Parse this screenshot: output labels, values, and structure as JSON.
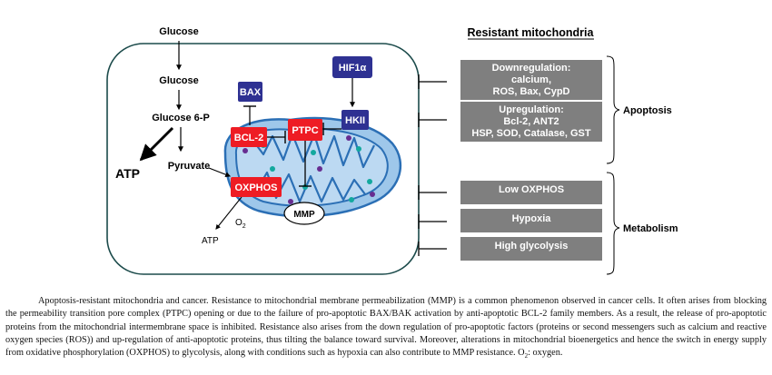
{
  "diagram": {
    "glucose_top": "Glucose",
    "glucose_inner": "Glucose",
    "glucose_6p": "Glucose 6-P",
    "pyruvate": "Pyruvate",
    "atp_big": "ATP",
    "atp_small": "ATP",
    "o2": "O",
    "o2_sub": "2",
    "bax": "BAX",
    "hif1a": "HIF1α",
    "hkii": "HKII",
    "bcl2": "BCL-2",
    "ptpc": "PTPC",
    "oxphos": "OXPHOS",
    "mmp": "MMP"
  },
  "panel": {
    "title": "Resistant mitochondria",
    "box1": [
      "Downregulation:",
      "calcium,",
      "ROS, Bax, CypD"
    ],
    "box2": [
      "Upregulation:",
      "Bcl-2, ANT2",
      "HSP, SOD, Catalase, GST"
    ],
    "box3": "Low OXPHOS",
    "box4": "Hypoxia",
    "box5": "High glycolysis",
    "apoptosis": "Apoptosis",
    "metabolism": "Metabolism"
  },
  "caption": {
    "text": "Apoptosis-resistant mitochondria and cancer. Resistance to mitochondrial membrane permeabilization (MMP) is a common phenomenon observed in cancer cells. It often arises from blocking the permeability transition pore complex (PTPC) opening or due to the failure of pro-apoptotic BAX/BAK activation by anti-apoptotic BCL-2 family members. As a result, the release of pro-apoptotic proteins from the mitochondrial intermembrane space is inhibited. Resistance also arises from the down regulation of pro-apoptotic factors (proteins or second messengers such as calcium and reactive oxygen species (ROS)) and up-regulation of anti-apoptotic proteins, thus tilting the balance toward survival. Moreover, alterations in mitochondrial bioenergetics and hence the switch in energy supply from oxidative phosphorylation (OXPHOS) to glycolysis, along with conditions such as hypoxia can also contribute to MMP resistance. O",
    "sub": "2",
    "tail": ": oxygen."
  },
  "colors": {
    "red": "#ee1c24",
    "navy": "#2e3192",
    "gray": "#7f7f7f",
    "mito_fill": "#9ec7ea",
    "mito_line": "#2b6fb5",
    "teal": "#13a89e",
    "purple": "#662d91"
  }
}
